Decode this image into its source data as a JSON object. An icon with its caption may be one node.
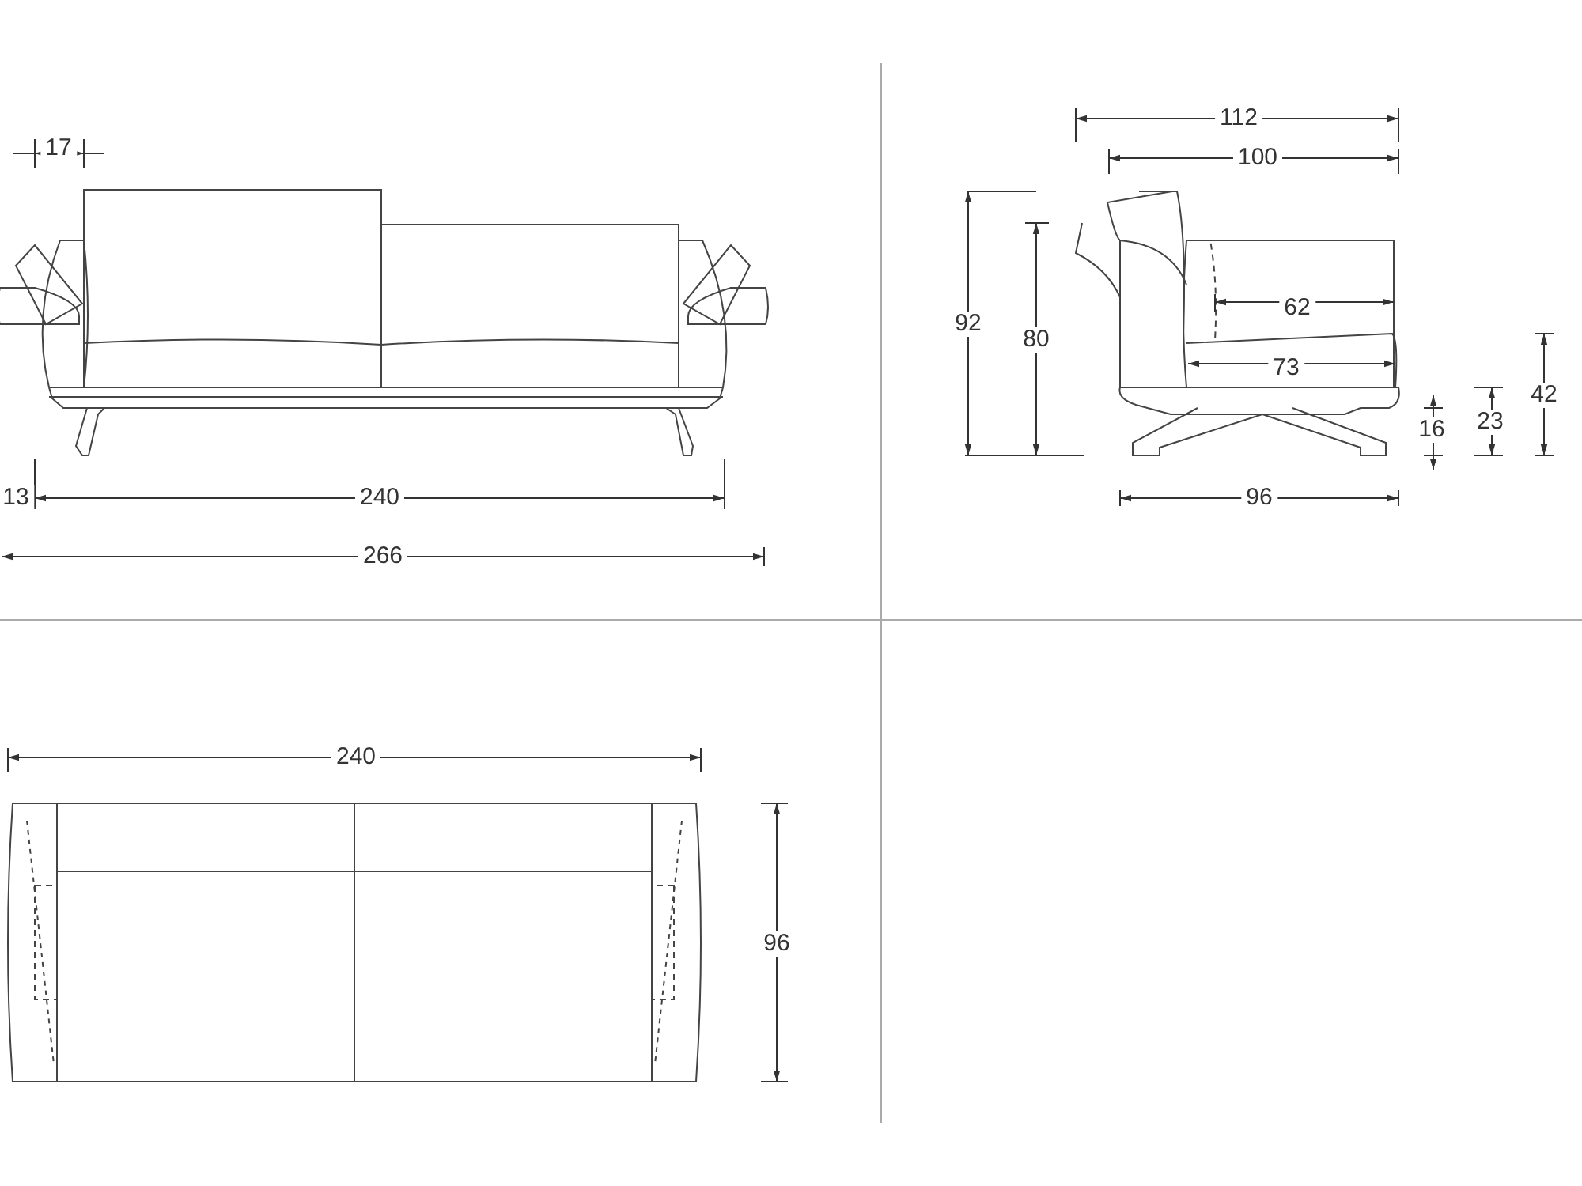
{
  "diagram": {
    "labels": [
      "17",
      "13",
      "240",
      "266",
      "112",
      "100",
      "92",
      "80",
      "62",
      "73",
      "16",
      "23",
      "42",
      "96",
      "240",
      "96"
    ]
  }
}
